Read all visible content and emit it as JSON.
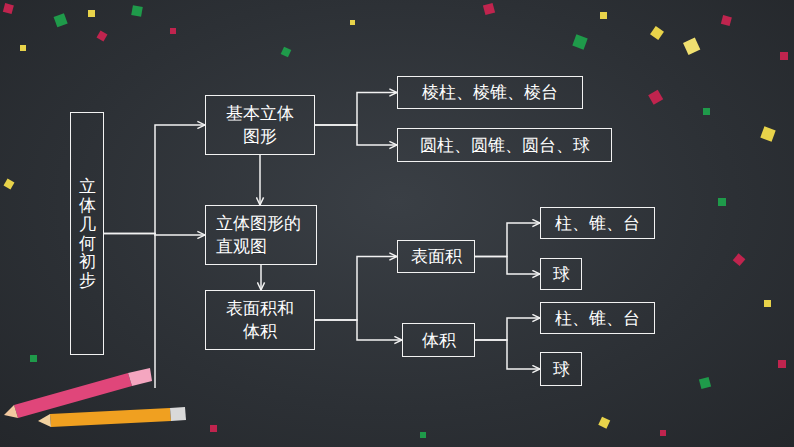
{
  "diagram": {
    "nodes": [
      {
        "text": [
          "立体几何初步"
        ]
      },
      {
        "text": [
          "基本立体图形"
        ]
      },
      {
        "text": [
          "棱柱、棱锥、棱台"
        ]
      },
      {
        "text": [
          "圆柱、圆锥、圆台、球"
        ]
      },
      {
        "text": [
          "立体图形的直观图"
        ]
      },
      {
        "text": [
          "表面积和体积"
        ]
      },
      {
        "text": [
          "表面积"
        ]
      },
      {
        "text": [
          "柱、锥、台"
        ]
      },
      {
        "text": [
          "球"
        ]
      },
      {
        "text": [
          "体积"
        ]
      },
      {
        "text": [
          "柱、锥、台"
        ]
      },
      {
        "text": [
          "球"
        ]
      }
    ],
    "edges": [
      {
        "from": 0,
        "to": 1,
        "arrow": "to"
      },
      {
        "from": 0,
        "to": 4,
        "arrow": "to"
      },
      {
        "from": 1,
        "to": 4,
        "arrow": "to"
      },
      {
        "from": 4,
        "to": 5,
        "arrow": "to"
      },
      {
        "from": 1,
        "to": 2,
        "arrow": "to"
      },
      {
        "from": 1,
        "to": 3,
        "arrow": "to"
      },
      {
        "from": 5,
        "to": 6,
        "arrow": "to"
      },
      {
        "from": 5,
        "to": 9,
        "arrow": "to"
      },
      {
        "from": 6,
        "to": 7,
        "arrow": "to"
      },
      {
        "from": 6,
        "to": 8,
        "arrow": "to"
      },
      {
        "from": 9,
        "to": 10,
        "arrow": "to"
      },
      {
        "from": 9,
        "to": 11,
        "arrow": "to"
      }
    ]
  }
}
